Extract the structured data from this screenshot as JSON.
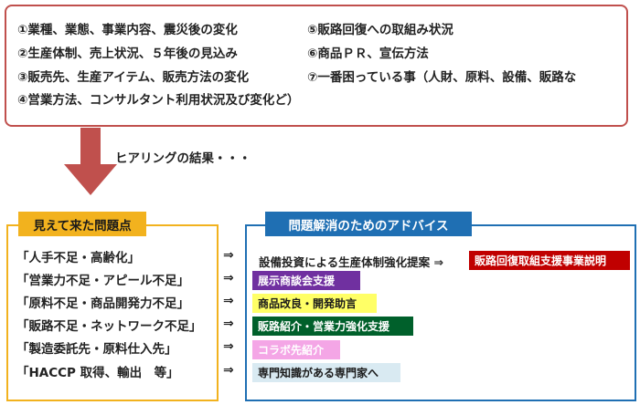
{
  "hearing_items": {
    "left": [
      "①業種、業態、事業内容、震災後の変化",
      "②生産体制、売上状況、５年後の見込み",
      "③販売先、生産アイテム、販売方法の変化",
      "④営業方法、コンサルタント利用状況及び変化ど）"
    ],
    "right": [
      "⑤販路回復への取組み状況",
      "⑥商品ＰＲ、宣伝方法",
      "⑦一番困っている事（人財、原料、設備、販路な"
    ]
  },
  "result_text": "ヒアリングの結果・・・",
  "problems": {
    "title": "見えて来た問題点",
    "items": [
      "「人手不足・高齢化」",
      "「営業力不足・アピール不足」",
      "「原料不足・商品開発力不足」",
      "「販路不足・ネットワーク不足」",
      "「製造委託先・原料仕入先」",
      "「HACCP 取得、輸出　等」"
    ]
  },
  "implies_symbol": "⇒",
  "advice": {
    "title": "問題解消のためのアドバイス",
    "equipment_text": "設備投資による生産体制強化提案 ⇒",
    "items": [
      {
        "label": "販路回復取組支援事業説明",
        "bg": "#c00000",
        "fg": "#ffffff"
      },
      {
        "label": "展示商談会支援",
        "bg": "#7030a0",
        "fg": "#ffffff"
      },
      {
        "label": "商品改良・開発助言",
        "bg": "#ffff66",
        "fg": "#1a1a1a"
      },
      {
        "label": "販路紹介・営業力強化支援",
        "bg": "#00602b",
        "fg": "#ffffff"
      },
      {
        "label": "コラボ先紹介",
        "bg": "#f4a6e6",
        "fg": "#ffffff"
      },
      {
        "label": "専門知識がある専門家へ",
        "bg": "#d9eaf2",
        "fg": "#1a1a1a"
      }
    ]
  },
  "colors": {
    "top_border": "#c0504d",
    "arrow": "#c0504d",
    "problem_accent": "#f2b21e",
    "advice_accent": "#1f6fb3"
  }
}
